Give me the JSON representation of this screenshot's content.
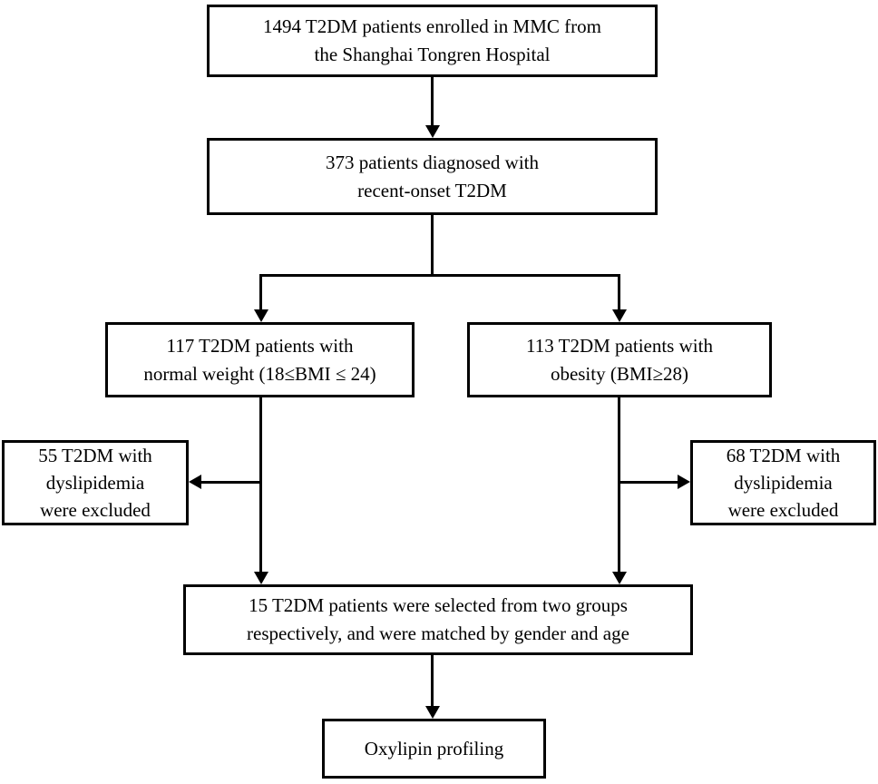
{
  "colors": {
    "background": "#ffffff",
    "box_border": "#000000",
    "connector": "#000000",
    "text": "#000000"
  },
  "nodes": {
    "enrolled": {
      "lines": [
        "1494 T2DM patients enrolled in MMC from",
        "the Shanghai Tongren Hospital"
      ]
    },
    "diagnosed": {
      "lines": [
        "373 patients diagnosed with",
        "recent-onset T2DM"
      ]
    },
    "normal_weight": {
      "lines": [
        "117 T2DM patients with",
        "normal weight  (18≤BMI ≤ 24)"
      ]
    },
    "obesity": {
      "lines": [
        "113 T2DM patients with",
        "obesity  (BMI≥28)"
      ]
    },
    "excluded_normal": {
      "lines": [
        "55 T2DM with",
        "dyslipidemia",
        "were excluded"
      ]
    },
    "excluded_obese": {
      "lines": [
        "68 T2DM with",
        "dyslipidemia",
        "were excluded"
      ]
    },
    "selected": {
      "lines": [
        "15 T2DM patients were selected from two groups",
        "respectively, and were matched by gender and age"
      ]
    },
    "profiling": {
      "lines": [
        "Oxylipin profiling"
      ]
    }
  }
}
